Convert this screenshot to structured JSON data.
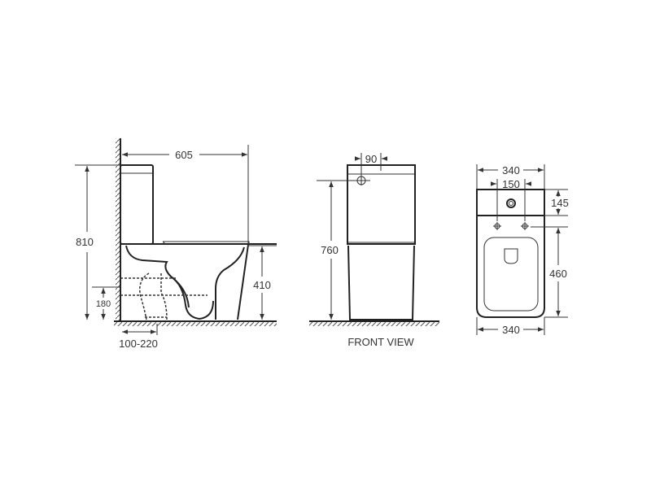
{
  "side_view": {
    "depth_label": "605",
    "total_height_label": "810",
    "seat_height_label": "410",
    "inlet_height_label": "180",
    "outlet_distance_label": "100-220"
  },
  "front_view": {
    "title": "FRONT VIEW",
    "inlet_offset_label": "90",
    "inlet_height_label": "760"
  },
  "top_view": {
    "width_top_label": "340",
    "hole_spacing_label": "150",
    "tank_depth_label": "145",
    "bowl_depth_label": "460",
    "width_bottom_label": "340"
  },
  "colors": {
    "line": "#222222",
    "background": "#ffffff"
  }
}
